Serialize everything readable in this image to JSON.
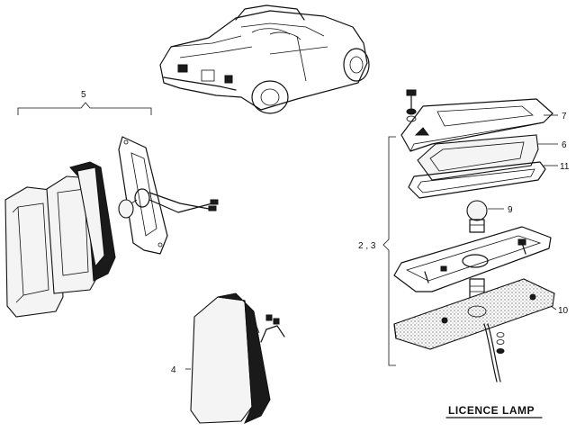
{
  "diagram": {
    "title": "LICENCE LAMP",
    "callouts": {
      "c5": "5",
      "c4": "4",
      "c7": "7",
      "c6": "6",
      "c11": "11",
      "c9": "9",
      "c23": "2 , 3",
      "c10": "10"
    }
  }
}
